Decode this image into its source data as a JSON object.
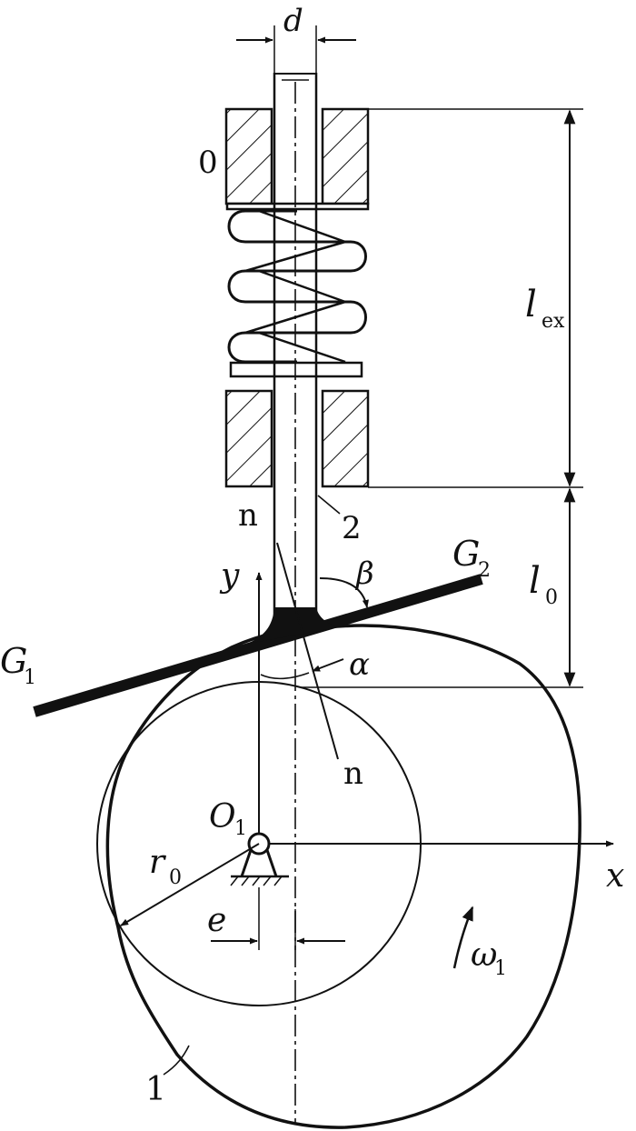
{
  "labels": {
    "d": "d",
    "frame": "0",
    "l_ex_main": "l",
    "l_ex_sub": "ex",
    "l0_main": "l",
    "l0_sub": "0",
    "n_top": "n",
    "n_bottom": "n",
    "follower": "2",
    "y_axis": "y",
    "x_axis": "x",
    "beta": "β",
    "alpha": "α",
    "g1_main": "G",
    "g1_sub": "1",
    "g2_main": "G",
    "g2_sub": "2",
    "o1_main": "O",
    "o1_sub": "1",
    "r0_main": "r",
    "r0_sub": "0",
    "e": "e",
    "omega_main": "ω",
    "omega_sub": "1",
    "cam": "1"
  },
  "colors": {
    "ink": "#111111",
    "background": "#ffffff"
  }
}
